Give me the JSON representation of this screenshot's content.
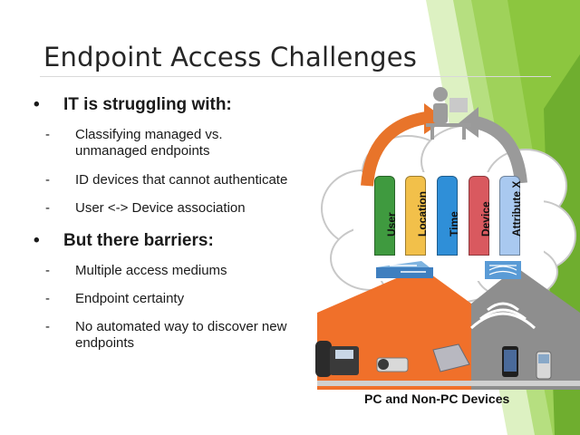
{
  "slide": {
    "title": "Endpoint Access Challenges",
    "bullet_mark": "•",
    "dash_mark": "-",
    "sections": [
      {
        "heading": "IT is struggling with:",
        "items": [
          "Classifying managed vs. unmanaged endpoints",
          "ID devices that cannot authenticate",
          "User <-> Device association"
        ]
      },
      {
        "heading": "But there barriers:",
        "items": [
          "Multiple access mediums",
          "Endpoint certainty",
          "No automated way to discover new endpoints"
        ]
      }
    ]
  },
  "diagram": {
    "pillars": [
      {
        "label": "User",
        "color": "#3f9a3f"
      },
      {
        "label": "Location",
        "color": "#f2c04a"
      },
      {
        "label": "Time",
        "color": "#2f8fd8"
      },
      {
        "label": "Device",
        "color": "#d9595f"
      },
      {
        "label": "Attribute X",
        "color": "#a9c9f0"
      }
    ],
    "caption": "PC and Non-PC Devices",
    "icons": [
      "user-at-desk-icon",
      "refresh-arrow-icon",
      "network-switch-icon",
      "wireless-access-point-icon",
      "ip-phone-icon",
      "camera-icon",
      "laptop-icon",
      "smartphone-icon",
      "mobile-phone-icon",
      "wifi-signal-icon"
    ],
    "colors": {
      "accent_green": "#8cc63f",
      "house_orange": "#f0702a",
      "house_gray": "#8e8e8e",
      "arrow_orange": "#e8742a",
      "arrow_gray": "#9a9a9a"
    }
  }
}
